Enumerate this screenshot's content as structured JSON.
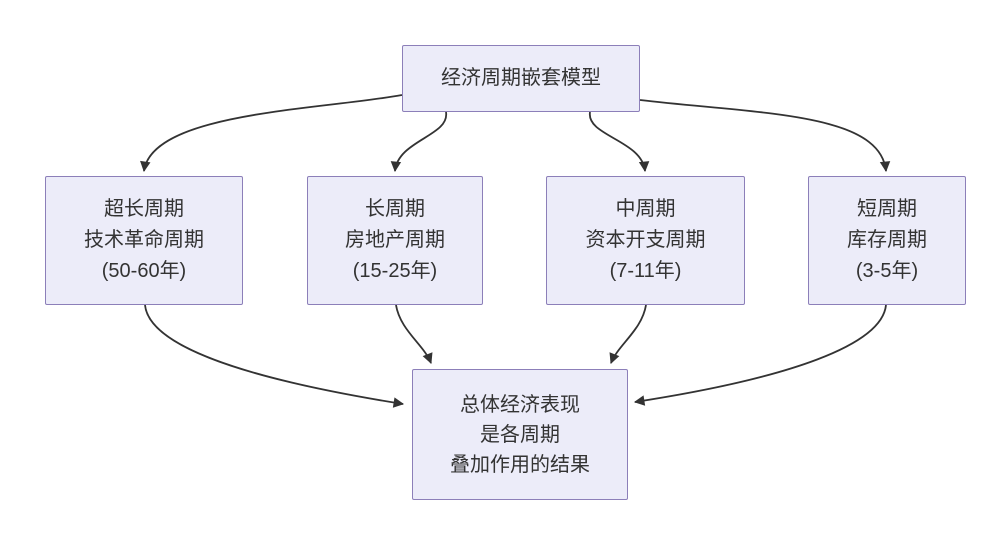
{
  "diagram": {
    "root": {
      "label": "经济周期嵌套模型"
    },
    "cycles": [
      {
        "id": "super-long-cycle",
        "lines": [
          "超长周期",
          "技术革命周期",
          "(50-60年)"
        ]
      },
      {
        "id": "long-cycle",
        "lines": [
          "长周期",
          "房地产周期",
          "(15-25年)"
        ]
      },
      {
        "id": "mid-cycle",
        "lines": [
          "中周期",
          "资本开支周期",
          "(7-11年)"
        ]
      },
      {
        "id": "short-cycle",
        "lines": [
          "短周期",
          "库存周期",
          "(3-5年)"
        ]
      }
    ],
    "result": {
      "lines": [
        "总体经济表现",
        "是各周期",
        "叠加作用的结果"
      ]
    },
    "edges": [
      {
        "from": "economic-cycle-model",
        "to": "super-long-cycle"
      },
      {
        "from": "economic-cycle-model",
        "to": "long-cycle"
      },
      {
        "from": "economic-cycle-model",
        "to": "mid-cycle"
      },
      {
        "from": "economic-cycle-model",
        "to": "short-cycle"
      },
      {
        "from": "super-long-cycle",
        "to": "overall-result"
      },
      {
        "from": "long-cycle",
        "to": "overall-result"
      },
      {
        "from": "mid-cycle",
        "to": "overall-result"
      },
      {
        "from": "short-cycle",
        "to": "overall-result"
      }
    ],
    "colors": {
      "node_fill": "#ECECF9",
      "node_border": "#8C7FB9",
      "arrow": "#333333",
      "text": "#333333",
      "background": "#FFFFFF"
    }
  }
}
